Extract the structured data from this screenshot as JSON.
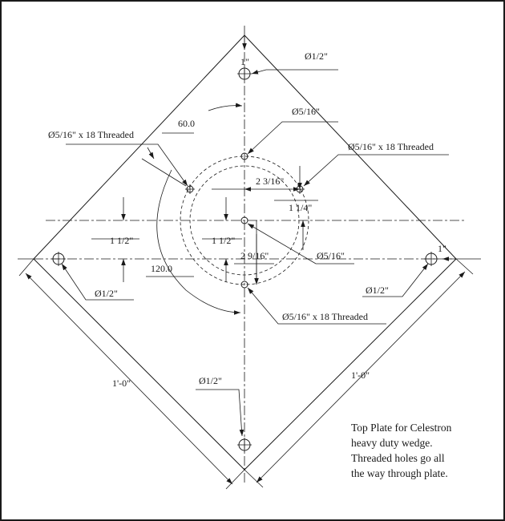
{
  "labels": {
    "top_hole": "Ø1/2\"",
    "top_offset": "1\"",
    "center_upper_hole": "Ø5/16\"",
    "left_threaded": "Ø5/16\" x 18 Threaded",
    "right_threaded": "Ø5/16\" x 18 Threaded",
    "angle_60": "60.0",
    "angle_120": "120.0",
    "dim_2_3_16": "2 3/16\"",
    "dim_1_1_4": "1 1/4\"",
    "dim_left_1_1_2": "1 1/2\"",
    "dim_center_1_1_2": "1 1/2\"",
    "dim_2_9_16": "2 9/16\"",
    "center_hole": "Ø5/16\"",
    "right_offset": "1\"",
    "left_hole": "Ø1/2\"",
    "right_hole": "Ø1/2\"",
    "bottom_threaded": "Ø5/16\" x 18 Threaded",
    "bottom_hole": "Ø1/2\"",
    "side_left": "1'-0\"",
    "side_right": "1'-0\""
  },
  "note": [
    "Top Plate for Celestron",
    "heavy duty wedge.",
    "Threaded holes go all",
    "the way through plate."
  ]
}
